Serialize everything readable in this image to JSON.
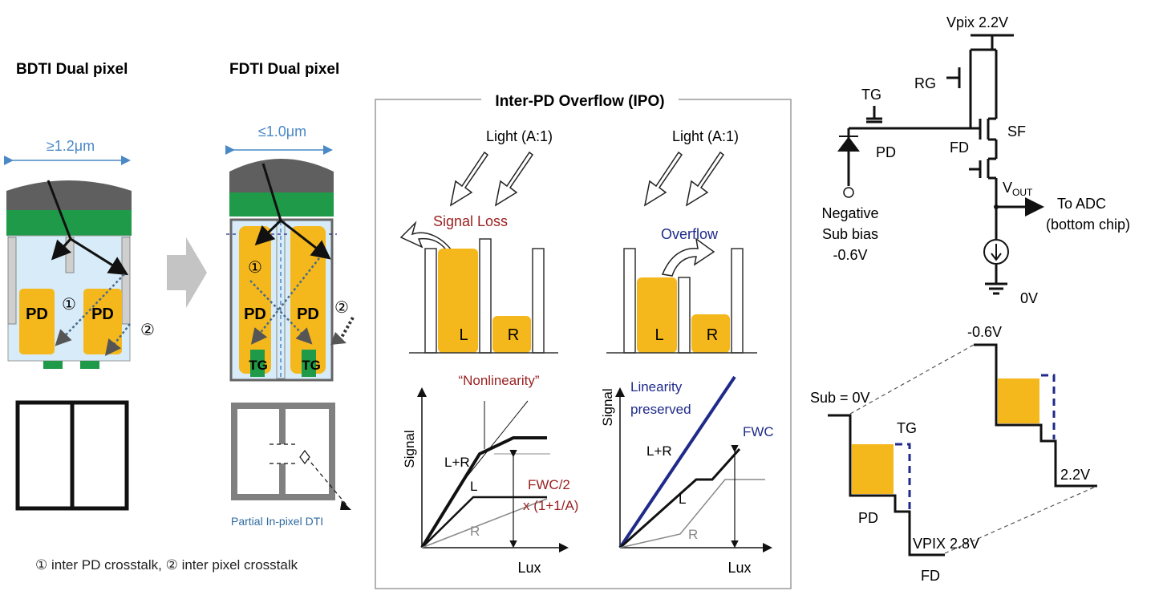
{
  "colors": {
    "pd_yellow": "#f4b81c",
    "lens_gray": "#5f5f5f",
    "filter_green": "#1f9a48",
    "silicon_blue": "#d7ebf8",
    "arrow_gray": "#c4c4c4",
    "dim_blue": "#4a88c6",
    "label_red": "#9a1f1f",
    "label_navy": "#1f2a8a",
    "wall_gray": "#808080"
  },
  "bdti": {
    "title": "BDTI Dual pixel",
    "dimension": "≥1.2μm",
    "pd_left": "PD",
    "pd_right": "PD",
    "marker_1": "①",
    "marker_2": "②"
  },
  "fdti": {
    "title": "FDTI Dual pixel",
    "dimension": "≤1.0μm",
    "pd_left": "PD",
    "pd_right": "PD",
    "tg_left": "TG",
    "tg_right": "TG",
    "marker_1": "①",
    "marker_2": "②",
    "layout_caption": "Partial In-pixel DTI"
  },
  "legend": "① inter PD crosstalk, ② inter pixel crosstalk",
  "ipo": {
    "title": "Inter-PD Overflow (IPO)",
    "left": {
      "light": "Light (A:1)",
      "label": "Signal Loss",
      "well_l": "L",
      "well_r": "R",
      "annotation": "“Nonlinearity”",
      "ylabel": "Signal",
      "xlabel": "Lux",
      "curve_lr": "L+R",
      "curve_l": "L",
      "curve_r": "R",
      "fwc_line1": "FWC/2",
      "fwc_line2": "x (1+1/A)"
    },
    "right": {
      "light": "Light (A:1)",
      "label": "Overflow",
      "well_l": "L",
      "well_r": "R",
      "annotation_line1": "Linearity",
      "annotation_line2": "preserved",
      "ylabel": "Signal",
      "xlabel": "Lux",
      "curve_lr": "L+R",
      "curve_l": "L",
      "curve_r": "R",
      "fwc": "FWC"
    }
  },
  "circuit": {
    "vpix": "Vpix 2.2V",
    "rg": "RG",
    "tg": "TG",
    "pd": "PD",
    "fd": "FD",
    "sf": "SF",
    "vout": "V",
    "vout_sub": "OUT",
    "adc_line1": "To ADC",
    "adc_line2": "(bottom chip)",
    "neg_line1": "Negative",
    "neg_line2": "Sub bias",
    "neg_line3": "-0.6V",
    "ground": "0V"
  },
  "band": {
    "top_level": "-0.6V",
    "sub": "Sub = 0V",
    "tg": "TG",
    "level_22": "2.2V",
    "pd": "PD",
    "vpix": "VPIX 2.8V",
    "fd": "FD"
  }
}
